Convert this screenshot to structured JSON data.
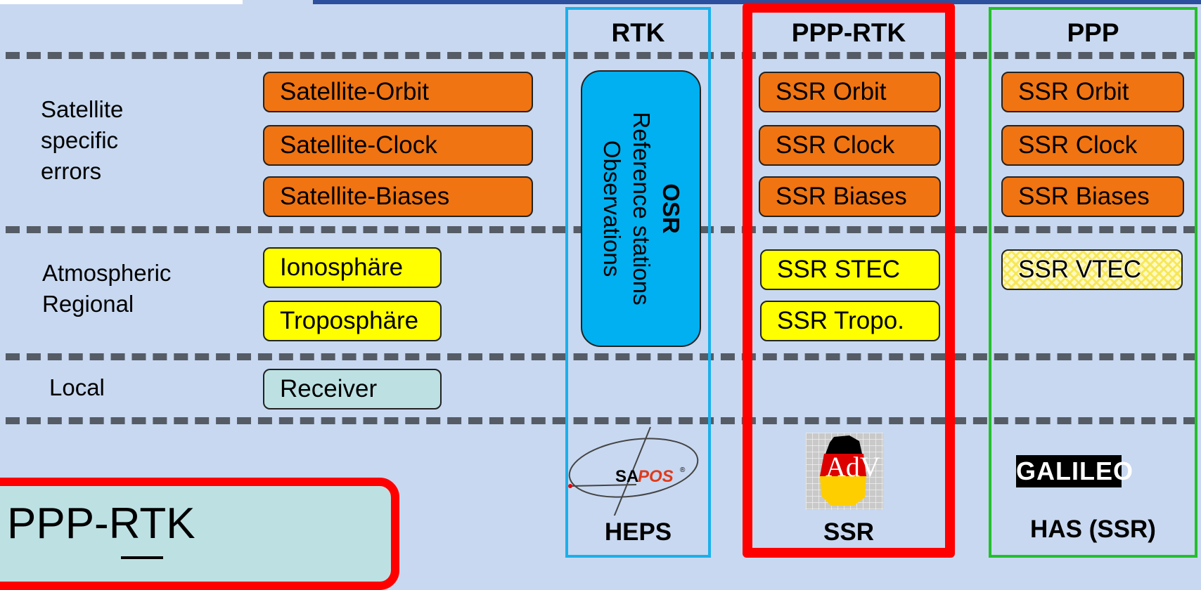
{
  "row_labels": {
    "satellite": [
      "Satellite",
      "specific",
      "errors"
    ],
    "atmospheric": [
      "Atmospheric",
      "Regional"
    ],
    "local": "Local"
  },
  "error_boxes": {
    "orbit": "Satellite-Orbit",
    "clock": "Satellite-Clock",
    "biases": "Satellite-Biases",
    "iono": "Ionosphäre",
    "tropo": "Troposphäre",
    "receiver": "Receiver"
  },
  "columns": {
    "rtk": {
      "header": "RTK",
      "osr": {
        "title": "OSR",
        "line1": "Reference stations",
        "line2": "Observations"
      },
      "footer": "HEPS",
      "logo": {
        "text_sa": "SA",
        "text_pos": "POS",
        "reg": "®"
      },
      "border_color": "#1ab0ea"
    },
    "ppprtk": {
      "header": "PPP-RTK",
      "boxes": [
        "SSR Orbit",
        "SSR Clock",
        "SSR Biases",
        "SSR STEC",
        "SSR Tropo."
      ],
      "footer": "SSR",
      "logo": {
        "text": "AdV"
      },
      "border_color": "#ff0000"
    },
    "ppp": {
      "header": "PPP",
      "boxes": [
        "SSR Orbit",
        "SSR Clock",
        "SSR Biases",
        "SSR VTEC"
      ],
      "footer": "HAS (SSR)",
      "logo": {
        "text": "GALILEO"
      },
      "border_color": "#22c02a"
    }
  },
  "callout": {
    "title": "PPP-RTK"
  },
  "colors": {
    "orange": "#f07412",
    "yellow": "#ffff00",
    "receiver": "#bde1e3",
    "background": "#c8d8f0",
    "osr": "#00b0f0"
  }
}
